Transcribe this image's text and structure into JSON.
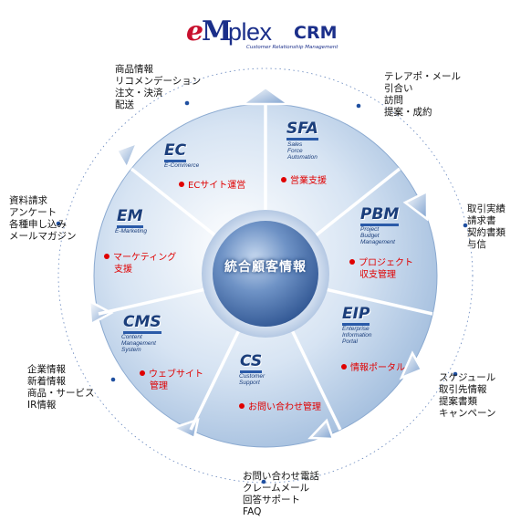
{
  "logo": {
    "e": "e",
    "m": "M",
    "plex": "plex",
    "crm": "CRM",
    "tagline": "Customer Relationship Management"
  },
  "center": "統合顧客情報",
  "segments": {
    "sfa": {
      "title": "SFA",
      "sub": [
        "Sales",
        "Force",
        "Automation"
      ],
      "label": [
        "営業支援"
      ]
    },
    "pbm": {
      "title": "PBM",
      "sub": [
        "Project",
        "Budget",
        "Management"
      ],
      "label": [
        "プロジェクト",
        "収支管理"
      ]
    },
    "eip": {
      "title": "EIP",
      "sub": [
        "Enterprise",
        "Information",
        "Portal"
      ],
      "label": [
        "情報ポータル"
      ]
    },
    "cs": {
      "title": "CS",
      "sub": [
        "Customer",
        "Support"
      ],
      "label": [
        "お問い合わせ管理"
      ]
    },
    "cms": {
      "title": "CMS",
      "sub": [
        "Content",
        "Management",
        "System"
      ],
      "label": [
        "ウェブサイト",
        "管理"
      ]
    },
    "em": {
      "title": "EM",
      "sub": [
        "E-Marketing"
      ],
      "label": [
        "マーケティング",
        "支援"
      ]
    },
    "ec": {
      "title": "EC",
      "sub": [
        "E-Commerce"
      ],
      "label": [
        "ECサイト運営"
      ]
    }
  },
  "notes": {
    "top_left": [
      "商品情報",
      "リコメンデーション",
      "注文・決済",
      "配送"
    ],
    "top_right": [
      "テレアポ・メール",
      "引合い",
      "訪問",
      "提案・成約"
    ],
    "right_upper": [
      "取引実績",
      "請求書",
      "契約書類",
      "与信"
    ],
    "right_lower": [
      "スケジュール",
      "取引先情報",
      "提案書類",
      "キャンペーン"
    ],
    "bottom": [
      "お問い合わせ電話",
      "クレームメール",
      "回答サポート",
      "FAQ"
    ],
    "left_lower": [
      "企業情報",
      "新着情報",
      "商品・サービス",
      "IR情報"
    ],
    "left_upper": [
      "資料請求",
      "アンケート",
      "各種申し込み",
      "メールマガジン"
    ]
  },
  "colors": {
    "accent_red": "#e00000",
    "title_navy": "#1b3e7b",
    "logo_navy": "#1b2f8a",
    "dot_blue": "#1f4fa0",
    "ring_light": "#dbe6f3",
    "ring_mid": "#a9c1df"
  }
}
